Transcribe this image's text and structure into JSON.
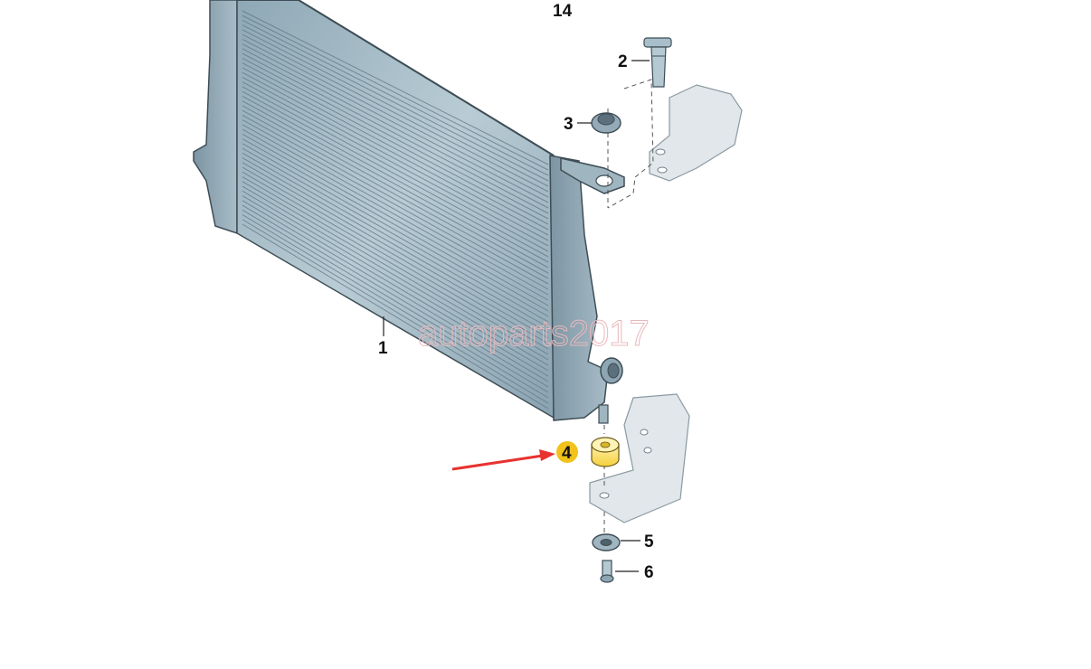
{
  "diagram": {
    "group_number": "14",
    "watermark": "autoparts2017",
    "highlight_color": "#f2c21b",
    "arrow_color": "#e8322f",
    "part_color": "#a9c1cc",
    "labels": {
      "radiator": "1",
      "screw_top": "2",
      "grommet": "3",
      "rubber_mount": "4",
      "washer": "5",
      "bolt": "6"
    }
  }
}
